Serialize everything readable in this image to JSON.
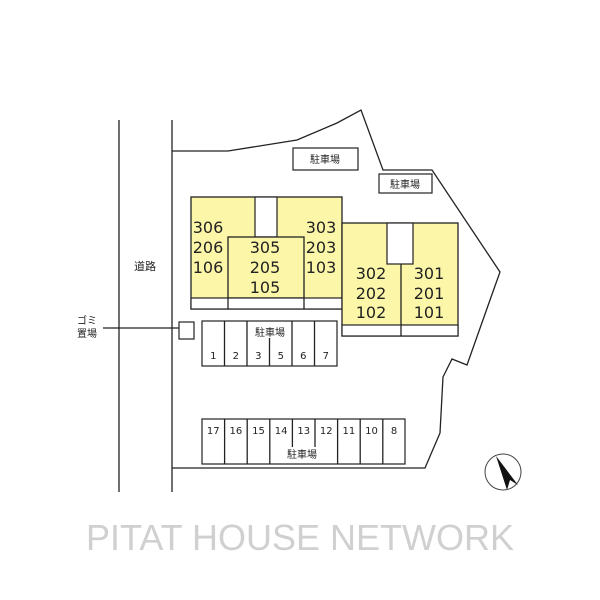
{
  "road_label": "道路",
  "trash_label": [
    "ゴミ",
    "置場"
  ],
  "parking_label": "駐車場",
  "watermark": "PITAT HOUSE NETWORK",
  "building_a": {
    "left_units": [
      "306",
      "206",
      "106"
    ],
    "center_units": [
      "305",
      "205",
      "105"
    ],
    "right_units": [
      "303",
      "203",
      "103"
    ]
  },
  "building_b": {
    "left_units": [
      "302",
      "202",
      "102"
    ],
    "right_units": [
      "301",
      "201",
      "101"
    ]
  },
  "parking_row1": [
    "1",
    "2",
    "3",
    "5",
    "6",
    "7"
  ],
  "parking_row2": [
    "17",
    "16",
    "15",
    "14",
    "13",
    "12",
    "11",
    "10",
    "8"
  ],
  "colors": {
    "building": "#fbf6a8"
  },
  "compass_icon": "north-arrow"
}
